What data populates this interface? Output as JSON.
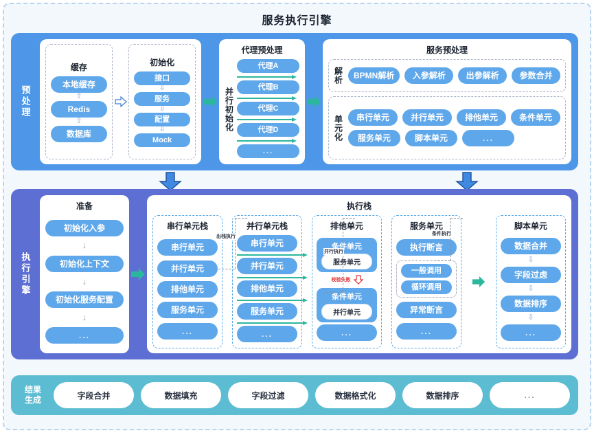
{
  "title": "服务执行引擎",
  "preprocess": {
    "stage_label": "预处理",
    "cache_card": {
      "cache_group_title": "缓存",
      "cache_items": [
        "本地缓存",
        "Redis",
        "数据库"
      ],
      "init_group_title": "初始化",
      "init_items": [
        "接口",
        "服务",
        "配置",
        "Mock"
      ]
    },
    "agent_card": {
      "title": "代理预处理",
      "side_label": "并行初始化",
      "items": [
        "代理A",
        "代理B",
        "代理C",
        "代理D",
        "..."
      ]
    },
    "service_card": {
      "title": "服务预处理",
      "parse_label": "解析",
      "parse_items": [
        "BPMN解析",
        "入参解析",
        "出参解析",
        "参数合并"
      ],
      "unit_label": "单元化",
      "unit_items_row1": [
        "串行单元",
        "并行单元",
        "排他单元",
        "条件单元"
      ],
      "unit_items_row2": [
        "服务单元",
        "脚本单元",
        "..."
      ]
    }
  },
  "execution": {
    "stage_label": "执行引擎",
    "prepare_card": {
      "title": "准备",
      "items": [
        "初始化入参",
        "初始化上下文",
        "初始化服务配置",
        "..."
      ]
    },
    "stack_card": {
      "title": "执行栈",
      "columns": [
        {
          "title": "串行单元栈",
          "items": [
            "串行单元",
            "并行单元",
            "排他单元",
            "服务单元",
            "..."
          ]
        },
        {
          "title": "并行单元栈",
          "items": [
            "串行单元",
            "并行单元",
            "排他单元",
            "服务单元",
            "..."
          ]
        },
        {
          "title": "排他单元",
          "cond1_label": "条件单元",
          "cond1_inner": "服务单元",
          "cond2_label": "条件单元",
          "cond2_inner": "并行单元",
          "dots": "..."
        },
        {
          "title": "服务单元",
          "assert_exec": "执行断言",
          "calls": [
            "一般调用",
            "循环调用"
          ],
          "assert_error": "异常断言",
          "dots": "..."
        },
        {
          "title": "脚本单元",
          "items": [
            "数据合并",
            "字段过虑",
            "数据排序",
            "..."
          ]
        }
      ],
      "connector_labels": {
        "pop_exec": "出栈执行",
        "parallel_exec": "并行执行",
        "cond_exec": "条件执行",
        "validate_fail": "校验失败"
      }
    }
  },
  "results": {
    "label_line1": "结果",
    "label_line2": "生成",
    "items": [
      "字段合并",
      "数据填充",
      "字段过滤",
      "数据格式化",
      "数据排序",
      "..."
    ]
  },
  "colors": {
    "preprocess_panel": "#4e97e8",
    "execution_panel": "#5e6fd4",
    "results_panel": "#5cbcd2",
    "pill_blue": "#5ea7ea",
    "teal_arrow": "#2bb79d",
    "red_label": "#e03030",
    "canvas_bg": "#f3f8fd"
  }
}
